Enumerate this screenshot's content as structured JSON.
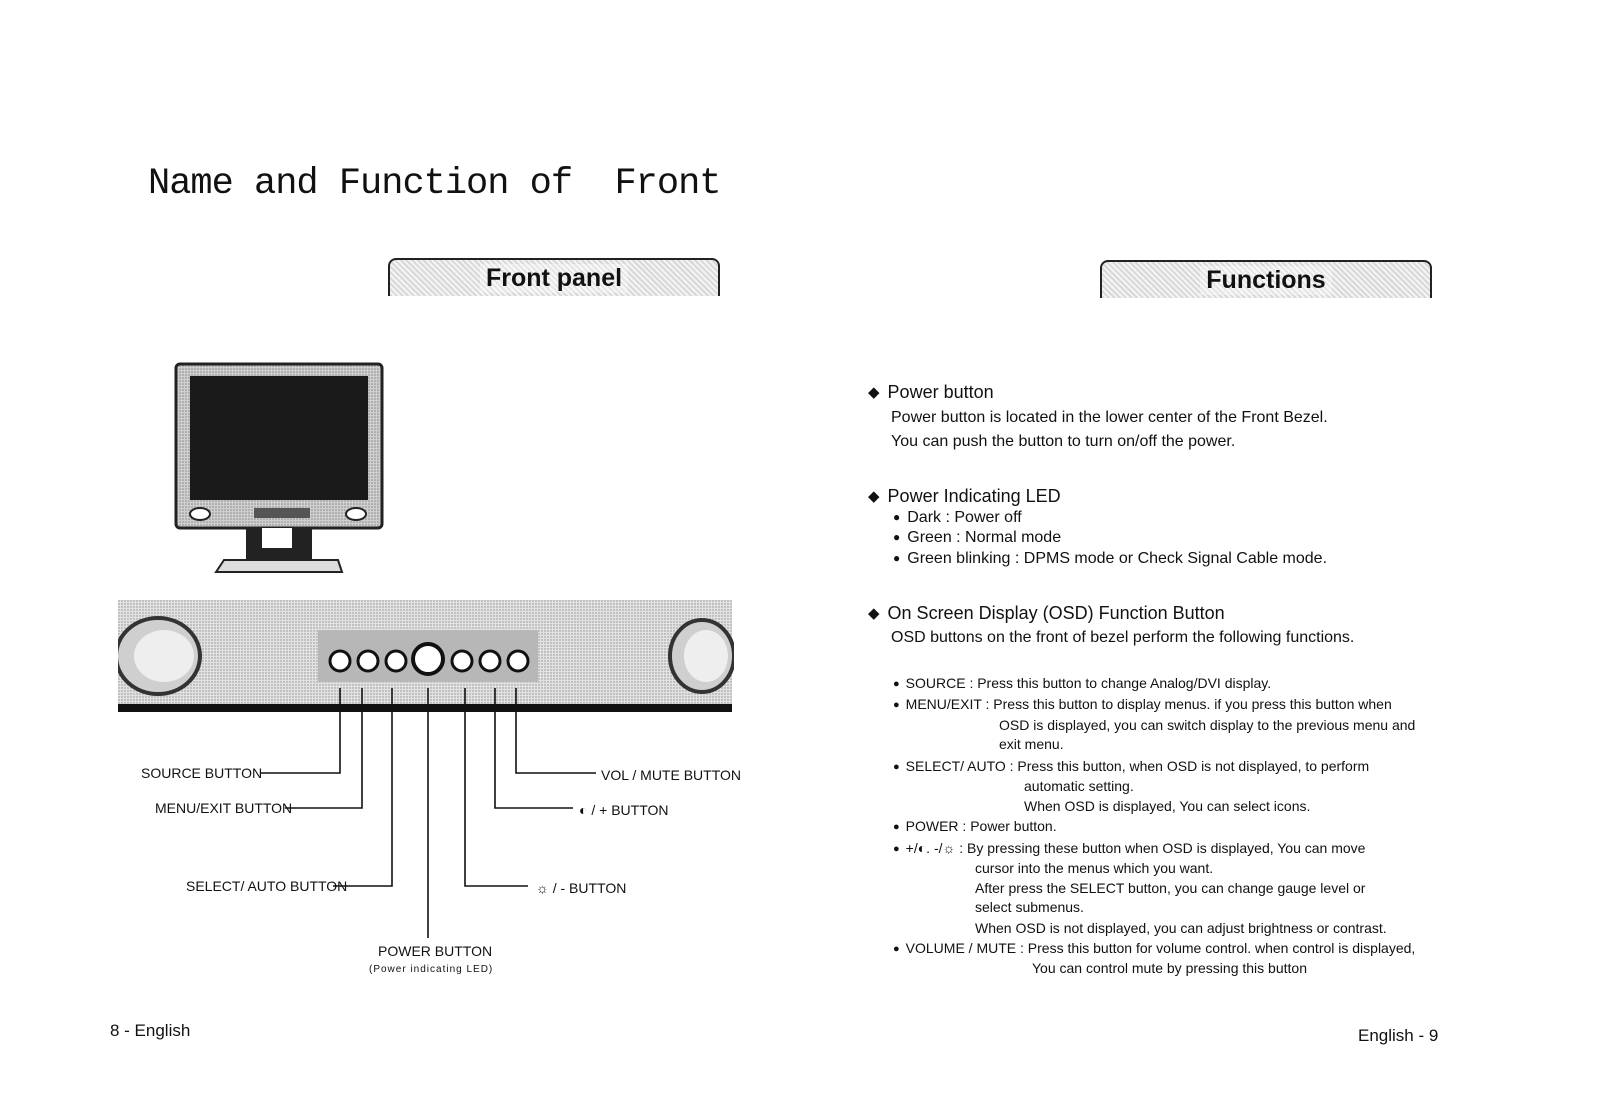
{
  "page_title": "Name and Function of  Front",
  "left_tab": "Front panel",
  "right_tab": "Functions",
  "callouts": {
    "source": "SOURCE BUTTON",
    "menu": "MENU/EXIT BUTTON",
    "select": "SELECT/ AUTO BUTTON",
    "power": "POWER  BUTTON",
    "power_sub": "(Power indicating LED)",
    "vol": "VOL / MUTE BUTTON",
    "plus": "◐ / + BUTTON",
    "minus": "☼ / - BUTTON"
  },
  "functions": {
    "power_button": {
      "title": "Power button",
      "lines": [
        "Power button is located in the lower center of the Front Bezel.",
        "You can push the button to turn on/off the power."
      ]
    },
    "power_led": {
      "title": "Power Indicating LED",
      "items": [
        "Dark : Power off",
        "Green : Normal mode",
        "Green blinking : DPMS mode or Check Signal Cable mode."
      ]
    },
    "osd": {
      "title": "On Screen Display (OSD) Function Button",
      "intro": "OSD buttons on the front of bezel perform the following functions.",
      "source": "SOURCE : Press this button to change Analog/DVI display.",
      "menu_1": "MENU/EXIT : Press this button to display menus. if you press this button when",
      "menu_2": "OSD is displayed, you can switch display to the previous menu and",
      "menu_3": "exit menu.",
      "select_1": "SELECT/ AUTO : Press this button, when OSD is not displayed, to perform",
      "select_2": "automatic setting.",
      "select_3": "When OSD is displayed, You can select icons.",
      "power": "POWER : Power button.",
      "adj_1": "+/◐. -/☼  : By pressing these button when OSD is displayed, You can move",
      "adj_2": "cursor into  the menus which you want.",
      "adj_3": "After press the SELECT button, you can change  gauge level or",
      "adj_4": "select submenus.",
      "adj_5": "When OSD is not displayed, you can adjust brightness or contrast.",
      "vol_1": "VOLUME / MUTE : Press this button for volume control. when control is displayed,",
      "vol_2": "You can control mute by pressing this button"
    }
  },
  "footer_left": "8 - English",
  "footer_right": "English - 9"
}
